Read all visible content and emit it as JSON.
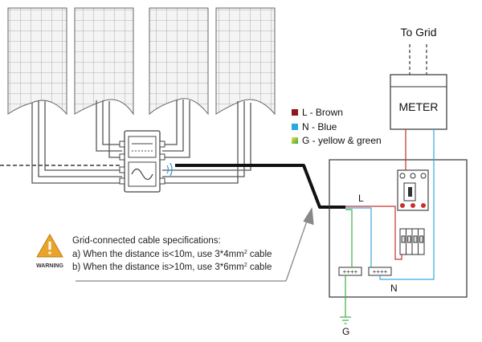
{
  "grid_label": "To Grid",
  "meter_label": "METER",
  "legend": [
    {
      "label": "L - Brown",
      "color": "#8b1a1a"
    },
    {
      "label": "N - Blue",
      "color": "#29a9e0"
    },
    {
      "label": "G - yellow & green",
      "swatch": "gradient-yellow-green"
    }
  ],
  "wire_labels": {
    "live": "L",
    "neutral": "N",
    "ground": "G"
  },
  "warning": {
    "icon": "warning-triangle-icon",
    "badge": "WARNING",
    "title": "Grid-connected cable specifications:",
    "line_a_pre": "a) When the distance is<10m, use 3*4mm",
    "line_a_sup": "2",
    "line_a_post": " cable",
    "line_b_pre": "b) When the distance is>10m, use 3*6mm",
    "line_b_sup": "2",
    "line_b_post": " cable"
  },
  "colors": {
    "live": "#c9302c",
    "neutral": "#3aa6dd",
    "ground": "#3fae49",
    "warning_fill": "#e9a42b",
    "panel_fill": "#f4f4f4"
  }
}
